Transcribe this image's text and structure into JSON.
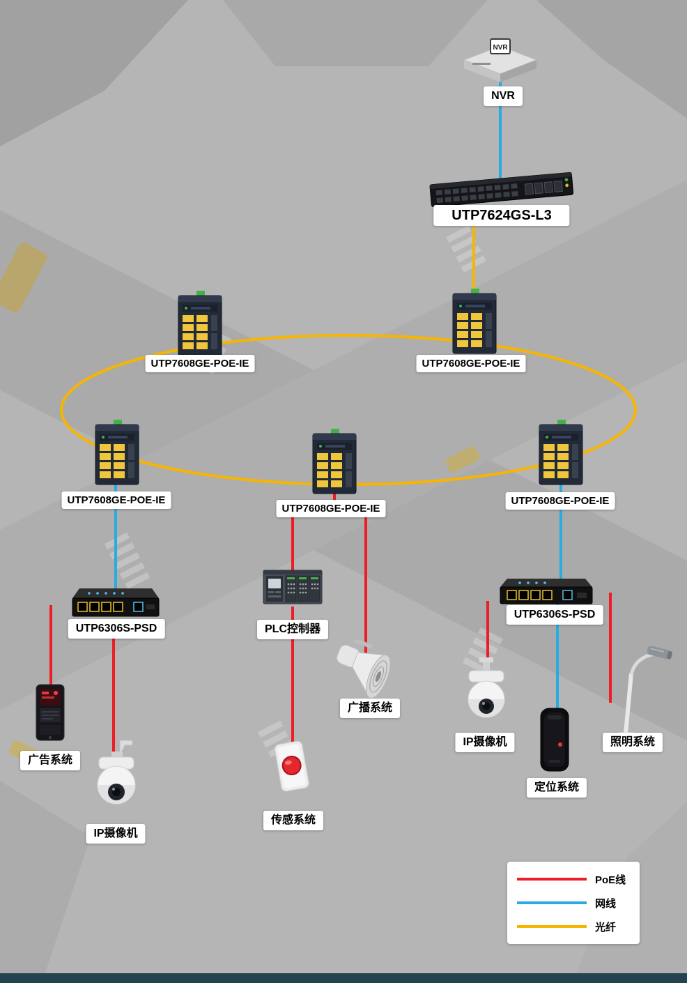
{
  "colors": {
    "poe": "#ee1c25",
    "ethernet": "#29abe2",
    "fiber": "#f7b500"
  },
  "nodes": {
    "nvr": {
      "label": "NVR",
      "device_text": "NVR"
    },
    "core_switch": {
      "label": "UTP7624GS-L3"
    },
    "ring_switch_top_left": {
      "label": "UTP7608GE-POE-IE"
    },
    "ring_switch_top_right": {
      "label": "UTP7608GE-POE-IE"
    },
    "ring_switch_left": {
      "label": "UTP7608GE-POE-IE"
    },
    "ring_switch_middle": {
      "label": "UTP7608GE-POE-IE"
    },
    "ring_switch_right": {
      "label": "UTP7608GE-POE-IE"
    },
    "poe_switch_left": {
      "label": "UTP6306S-PSD"
    },
    "poe_switch_right": {
      "label": "UTP6306S-PSD"
    },
    "ad_system": {
      "label": "广告系统"
    },
    "ip_camera_left": {
      "label": "IP摄像机"
    },
    "plc_controller": {
      "label": "PLC控制器"
    },
    "broadcast_system": {
      "label": "广播系统"
    },
    "sensor_system": {
      "label": "传感系统"
    },
    "ip_camera_right": {
      "label": "IP摄像机"
    },
    "positioning_system": {
      "label": "定位系统"
    },
    "lighting_system": {
      "label": "照明系统"
    }
  },
  "legend": {
    "items": [
      {
        "label": "PoE线",
        "color": "#ee1c25"
      },
      {
        "label": "网线",
        "color": "#29abe2"
      },
      {
        "label": "光纤",
        "color": "#f7b500"
      }
    ]
  }
}
